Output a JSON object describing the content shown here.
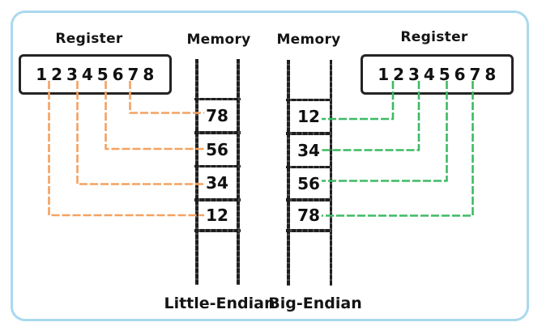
{
  "little": {
    "register_label": "Register",
    "memory_label": "Memory",
    "register_bits": "1 2 3 4 5 6 7 8",
    "memory_cells": [
      "78",
      "56",
      "34",
      "12"
    ],
    "caption": "Little-Endian",
    "mapping": [
      {
        "register_bytes": "78",
        "memory_cell": "78"
      },
      {
        "register_bytes": "56",
        "memory_cell": "56"
      },
      {
        "register_bytes": "34",
        "memory_cell": "34"
      },
      {
        "register_bytes": "12",
        "memory_cell": "12"
      }
    ]
  },
  "big": {
    "register_label": "Register",
    "memory_label": "Memory",
    "register_bits": "1 2 3 4 5 6 7 8",
    "memory_cells": [
      "12",
      "34",
      "56",
      "78"
    ],
    "caption": "Big-Endian",
    "mapping": [
      {
        "register_bytes": "12",
        "memory_cell": "12"
      },
      {
        "register_bytes": "34",
        "memory_cell": "34"
      },
      {
        "register_bytes": "56",
        "memory_cell": "56"
      },
      {
        "register_bytes": "78",
        "memory_cell": "78"
      }
    ]
  },
  "colors": {
    "frame": "#A9D9EE",
    "ink": "#242424",
    "little_endian_wires": "#F4A261",
    "big_endian_wires": "#3DBB64"
  }
}
